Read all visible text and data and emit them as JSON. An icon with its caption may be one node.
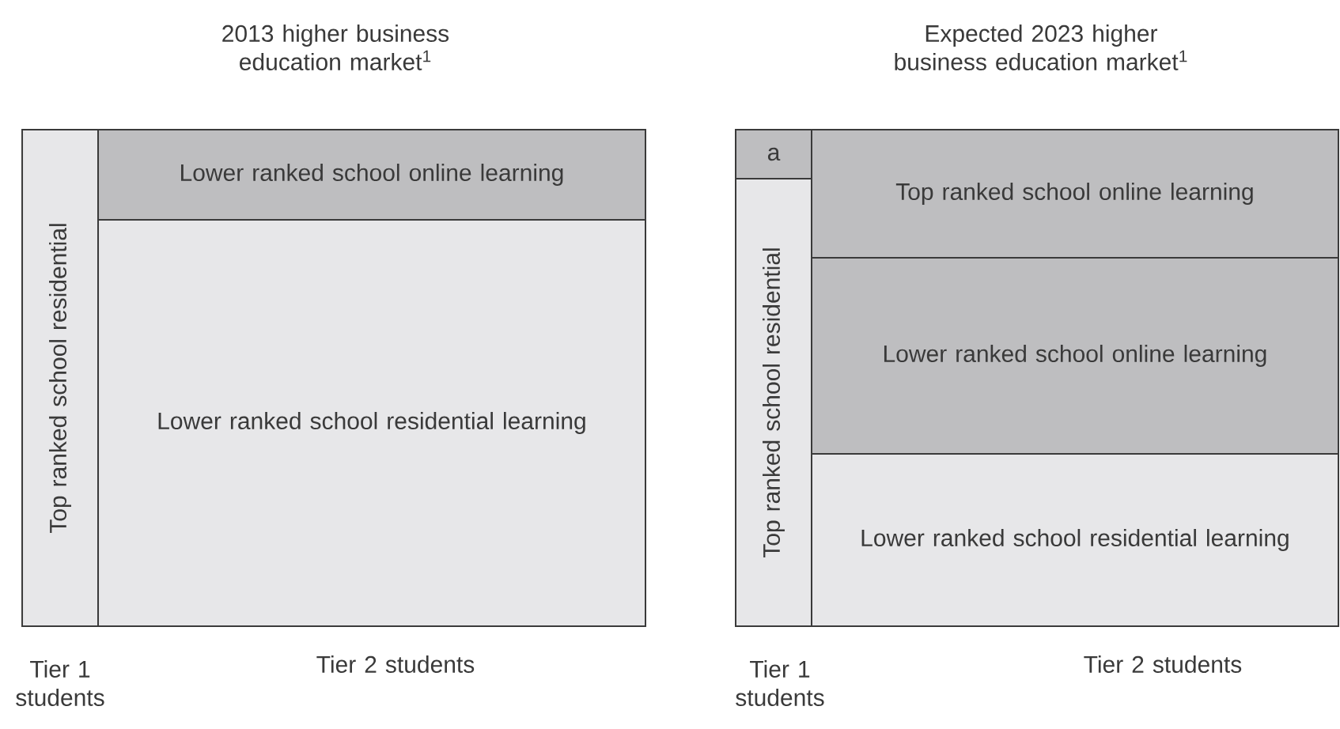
{
  "diagram": {
    "nodes": [
      {
        "text": [
          "Top ranked school residential"
        ]
      },
      {
        "text": [
          "Lower ranked school online learning"
        ]
      },
      {
        "text": [
          "Lower ranked school residential learning"
        ]
      },
      {
        "text": [
          "a"
        ]
      },
      {
        "text": [
          "Top ranked school residential"
        ]
      },
      {
        "text": [
          "Top ranked school online learning"
        ]
      },
      {
        "text": [
          "Lower ranked school online learning"
        ]
      },
      {
        "text": [
          "Lower ranked school residential learning"
        ]
      }
    ],
    "labels": [
      "2013 higher business education market$^{1}$",
      "Expected 2023 higher business education market$^{1}$",
      "Tier 1 students",
      "Tier 2 students",
      "Tier 1 students",
      "Tier 2 students"
    ]
  }
}
